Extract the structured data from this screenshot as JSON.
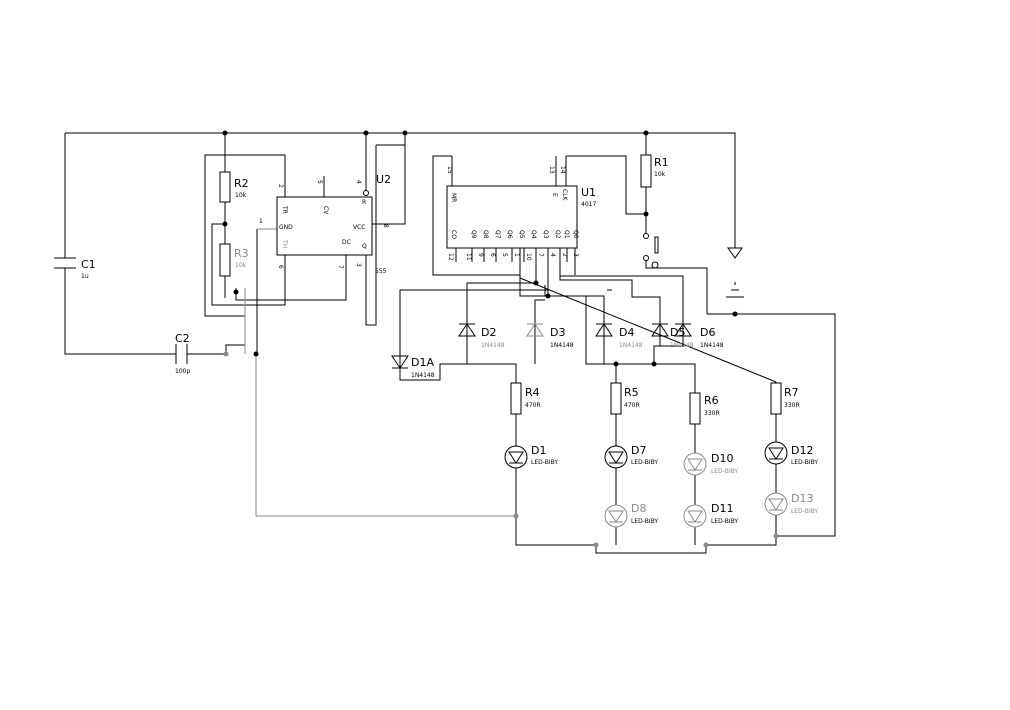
{
  "components": {
    "u2": {
      "ref": "U2",
      "value": "555",
      "pins": {
        "tr": "TR",
        "cv": "CV",
        "r": "R",
        "gnd": "GND",
        "vcc": "VCC",
        "th": "TH",
        "dc": "DC",
        "q": "Q",
        "n1": "1",
        "n2": "2",
        "n3": "3",
        "n4": "4",
        "n5": "5",
        "n6": "6",
        "n7": "7",
        "n8": "8"
      }
    },
    "u1": {
      "ref": "U1",
      "value": "4017",
      "pins": {
        "mr": "MR",
        "e": "E",
        "clk": "CLK",
        "co": "CO",
        "q9": "Q9",
        "q8": "Q8",
        "q7": "Q7",
        "q6": "Q6",
        "q5": "Q5",
        "q4": "Q4",
        "q3": "Q3",
        "q2": "Q2",
        "q1": "Q1",
        "q0": "Q0",
        "n15": "15",
        "n13": "13",
        "n14": "14",
        "n12": "12",
        "n11": "11",
        "n9": "9",
        "n6": "6",
        "n5": "5",
        "n1": "1",
        "n10": "10",
        "n7": "7",
        "n4": "4",
        "n2": "2",
        "n3": "3"
      }
    },
    "r1": {
      "ref": "R1",
      "value": "10k"
    },
    "r2": {
      "ref": "R2",
      "value": "10k"
    },
    "r3": {
      "ref": "R3",
      "value": "10k"
    },
    "r4": {
      "ref": "R4",
      "value": "470R"
    },
    "r5": {
      "ref": "R5",
      "value": "470R"
    },
    "r6": {
      "ref": "R6",
      "value": "330R"
    },
    "r7": {
      "ref": "R7",
      "value": "330R"
    },
    "c1": {
      "ref": "C1",
      "value": "1u"
    },
    "c2": {
      "ref": "C2",
      "value": "100p"
    },
    "d1a": {
      "ref": "D1A",
      "value": "1N4148"
    },
    "d2": {
      "ref": "D2",
      "value": "1N4148"
    },
    "d3": {
      "ref": "D3",
      "value": "1N4148"
    },
    "d4": {
      "ref": "D4",
      "value": "1N4148"
    },
    "d5": {
      "ref": "D5",
      "value": "1N4148"
    },
    "d6": {
      "ref": "D6",
      "value": "1N4148"
    },
    "d1": {
      "ref": "D1",
      "value": "LED-BIBY"
    },
    "d7": {
      "ref": "D7",
      "value": "LED-BIBY"
    },
    "d8": {
      "ref": "D8",
      "value": "LED-BIBY"
    },
    "d10": {
      "ref": "D10",
      "value": "LED-BIBY"
    },
    "d11": {
      "ref": "D11",
      "value": "LED-BIBY"
    },
    "d12": {
      "ref": "D12",
      "value": "LED-BIBY"
    },
    "d13": {
      "ref": "D13",
      "value": "LED-BIBY"
    }
  },
  "colors": {
    "wire": "#000000",
    "inactive": "#8a8a8a",
    "background": "#ffffff"
  }
}
